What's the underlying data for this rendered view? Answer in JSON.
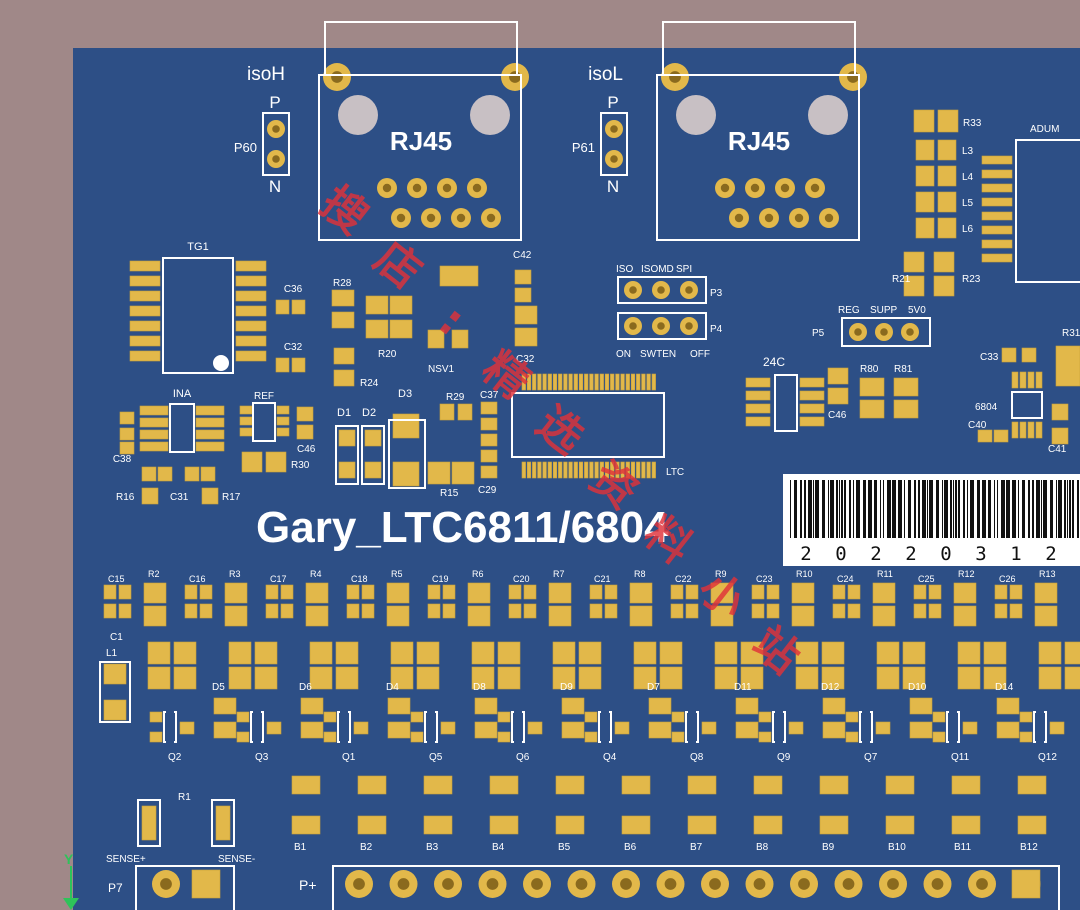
{
  "board": {
    "title": "Gary_LTC6811/6804",
    "colors": {
      "background": "#a08888",
      "board": "#2d4f86",
      "pad": "#e2b84a",
      "silk": "#ffffff",
      "watermark": "#e0323a"
    }
  },
  "connectors": {
    "isoH": {
      "label": "isoH",
      "pos": "P",
      "neg": "N",
      "header": "P60",
      "jack": "RJ45"
    },
    "isoL": {
      "label": "isoL",
      "pos": "P",
      "neg": "N",
      "header": "P61",
      "jack": "RJ45"
    }
  },
  "labels": {
    "tg1": "TG1",
    "c36": "C36",
    "c32": "C32",
    "ina": "INA",
    "ref": "REF",
    "c46a": "C46",
    "r30": "R30",
    "c38": "C38",
    "r16": "R16",
    "c31": "C31",
    "r17": "R17",
    "r28": "R28",
    "r20": "R20",
    "r24": "R24",
    "nsv1": "NSV1",
    "c42": "C42",
    "c32b": "C32",
    "d1": "D1",
    "d2": "D2",
    "d3": "D3",
    "r29": "R29",
    "c37": "C37",
    "r15": "R15",
    "c29": "C29",
    "ltc": "LTC",
    "iso": "ISO",
    "isomd": "ISOMD",
    "spi": "SPI",
    "p3": "P3",
    "p4": "P4",
    "on": "ON",
    "swten": "SWTEN",
    "off": "OFF",
    "reg": "REG",
    "supp": "SUPP",
    "sv0": "5V0",
    "p5": "P5",
    "r33": "R33",
    "adum": "ADUM",
    "l3": "L3",
    "l4": "L4",
    "l5": "L5",
    "l6": "L6",
    "r21": "R21",
    "r23": "R23",
    "r31": "R31",
    "c24c": "24C",
    "c46b": "C46",
    "r80": "R80",
    "r81": "R81",
    "c33": "C33",
    "c6804": "6804",
    "c40": "C40",
    "c41": "C41",
    "l1": "L1",
    "c1": "C1",
    "r1": "R1",
    "sense_pos": "SENSE+",
    "sense_neg": "SENSE-",
    "p7": "P7",
    "pplus": "P+",
    "axis_y": "Y"
  },
  "barcode": {
    "digits": [
      "2",
      "0",
      "2",
      "2",
      "0",
      "3",
      "1",
      "2"
    ]
  },
  "rows": {
    "caps_top": [
      "C15",
      "C16",
      "C17",
      "C18",
      "C19",
      "C20",
      "C21",
      "C22",
      "C23",
      "C24",
      "C25",
      "C26"
    ],
    "res_top": [
      "R2",
      "R3",
      "R4",
      "R5",
      "R6",
      "R7",
      "R8",
      "R9",
      "R10",
      "R11",
      "R12",
      "R13"
    ],
    "diodes": [
      "D5",
      "D6",
      "D4",
      "D8",
      "D9",
      "D7",
      "D11",
      "D12",
      "D10",
      "D14"
    ],
    "transistors": [
      "Q2",
      "Q3",
      "Q1",
      "Q5",
      "Q6",
      "Q4",
      "Q8",
      "Q9",
      "Q7",
      "Q11",
      "Q12"
    ],
    "balance": [
      "B1",
      "B2",
      "B3",
      "B4",
      "B5",
      "B6",
      "B7",
      "B8",
      "B9",
      "B10",
      "B11",
      "B12"
    ]
  },
  "watermark": {
    "chars": [
      "搜",
      "店",
      ":",
      "精",
      "选",
      "资",
      "料",
      "小",
      "站"
    ]
  }
}
